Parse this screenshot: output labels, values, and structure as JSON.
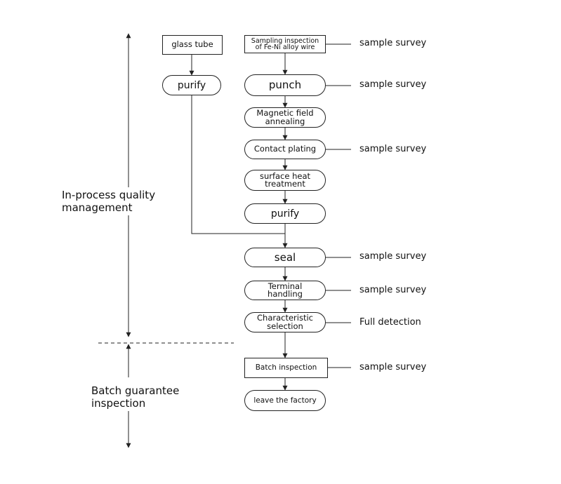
{
  "nodes": {
    "glass_tube": "glass tube",
    "sampling": "Sampling inspection\nof Fe-Ni alloy wire",
    "purify_left": "purify",
    "punch": "punch",
    "annealing": "Magnetic field\nannealing",
    "plating": "Contact plating",
    "heat": "surface heat\ntreatment",
    "purify_main": "purify",
    "seal": "seal",
    "terminal": "Terminal\nhandling",
    "characteristic": "Characteristic\nselection",
    "batch": "Batch inspection",
    "leave": "leave the factory"
  },
  "notes": {
    "sampling": "sample survey",
    "punch": "sample survey",
    "plating": "sample survey",
    "seal": "sample survey",
    "terminal": "sample survey",
    "characteristic": "Full detection",
    "batch": "sample survey"
  },
  "phases": {
    "in_process": "In-process quality\nmanagement",
    "batch": "Batch guarantee\ninspection"
  },
  "colors": {
    "line": "#222222",
    "background": "#ffffff"
  }
}
